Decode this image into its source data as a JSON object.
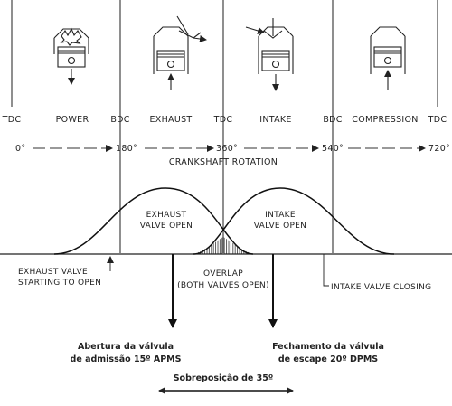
{
  "positions": {
    "tdc_start": "TDC",
    "bdc_1": "BDC",
    "tdc_mid": "TDC",
    "bdc_2": "BDC",
    "tdc_end": "TDC"
  },
  "angles": {
    "a0": "0°",
    "a180": "180°",
    "a360": "360°",
    "a540": "540°",
    "a720": "720°"
  },
  "strokes": {
    "power": "POWER",
    "exhaust": "EXHAUST",
    "intake": "INTAKE",
    "compression": "COMPRESSION"
  },
  "axis_label": "CRANKSHAFT ROTATION",
  "curve_labels": {
    "exhaust_line1": "EXHAUST",
    "exhaust_line2": "VALVE OPEN",
    "intake_line1": "INTAKE",
    "intake_line2": "VALVE OPEN"
  },
  "annotations": {
    "exhaust_start_line1": "EXHAUST VALVE",
    "exhaust_start_line2": "STARTING TO OPEN",
    "overlap_line1": "OVERLAP",
    "overlap_line2": "(BOTH VALVES OPEN)",
    "intake_closing": "INTAKE VALVE CLOSING"
  },
  "captions": {
    "intake_open_line1": "Abertura da válvula",
    "intake_open_line2": "de admissão 15º APMS",
    "exhaust_close_line1": "Fechamento da válvula",
    "exhaust_close_line2": "de escape 20º DPMS",
    "overlap": "Sobreposição de 35º"
  }
}
